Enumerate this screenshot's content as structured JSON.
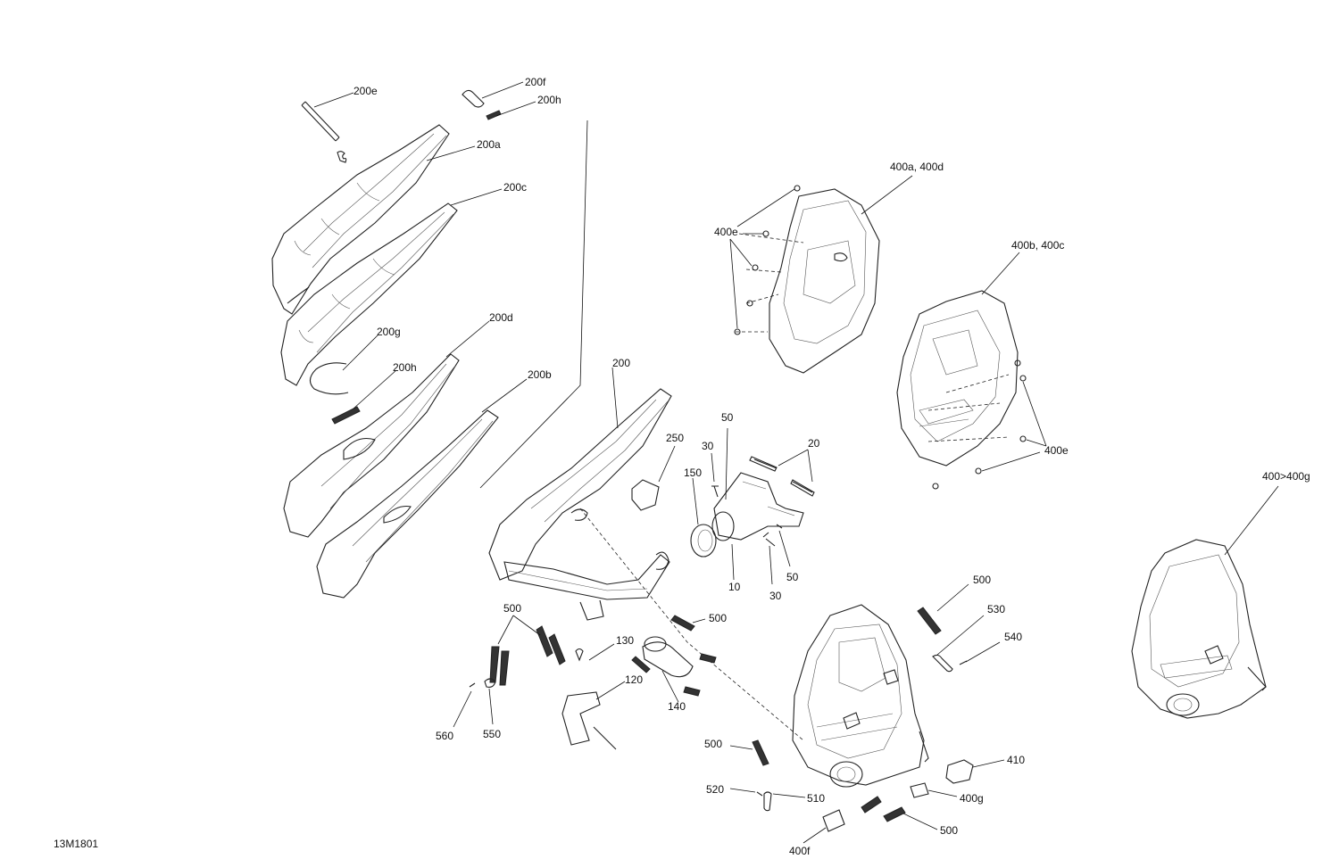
{
  "diagram": {
    "code": "13M1801",
    "labels": {
      "l200e": "200e",
      "l200f": "200f",
      "l200h_top": "200h",
      "l200a": "200a",
      "l200c": "200c",
      "l200g": "200g",
      "l200d": "200d",
      "l200h_mid": "200h",
      "l200b": "200b",
      "l200": "200",
      "l250": "250",
      "l30_top": "30",
      "l50_top": "50",
      "l20": "20",
      "l150": "150",
      "l10": "10",
      "l50_bot": "50",
      "l30_bot": "30",
      "l400a": "400a, 400d",
      "l400e_left": "400e",
      "l400b": "400b, 400c",
      "l400e_right": "400e",
      "l400g_top": "400>400g",
      "l500_a": "500",
      "l500_b": "500",
      "l500_c": "500",
      "l500_d": "500",
      "l500_e": "500",
      "l530": "530",
      "l540": "540",
      "l130": "130",
      "l120": "120",
      "l140": "140",
      "l560": "560",
      "l550": "550",
      "l410": "410",
      "l400g": "400g",
      "l520": "520",
      "l510": "510",
      "l400f": "400f"
    }
  }
}
